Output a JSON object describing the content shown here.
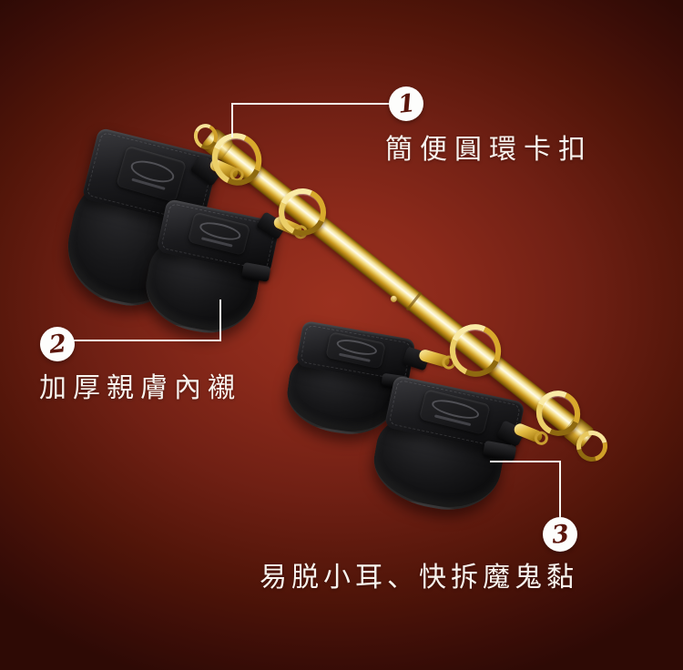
{
  "background": {
    "center_color": "#9b311f",
    "edge_color": "#2e0a05"
  },
  "product": {
    "bar_gold_color": "#e8c04a",
    "cuff_black_color": "#141415",
    "line_color": "#f8f5f0"
  },
  "callouts": [
    {
      "number": "1",
      "label": "簡便圓環卡扣"
    },
    {
      "number": "2",
      "label": "加厚親膚內襯"
    },
    {
      "number": "3",
      "label": "易脱小耳、快拆魔鬼黏"
    }
  ]
}
